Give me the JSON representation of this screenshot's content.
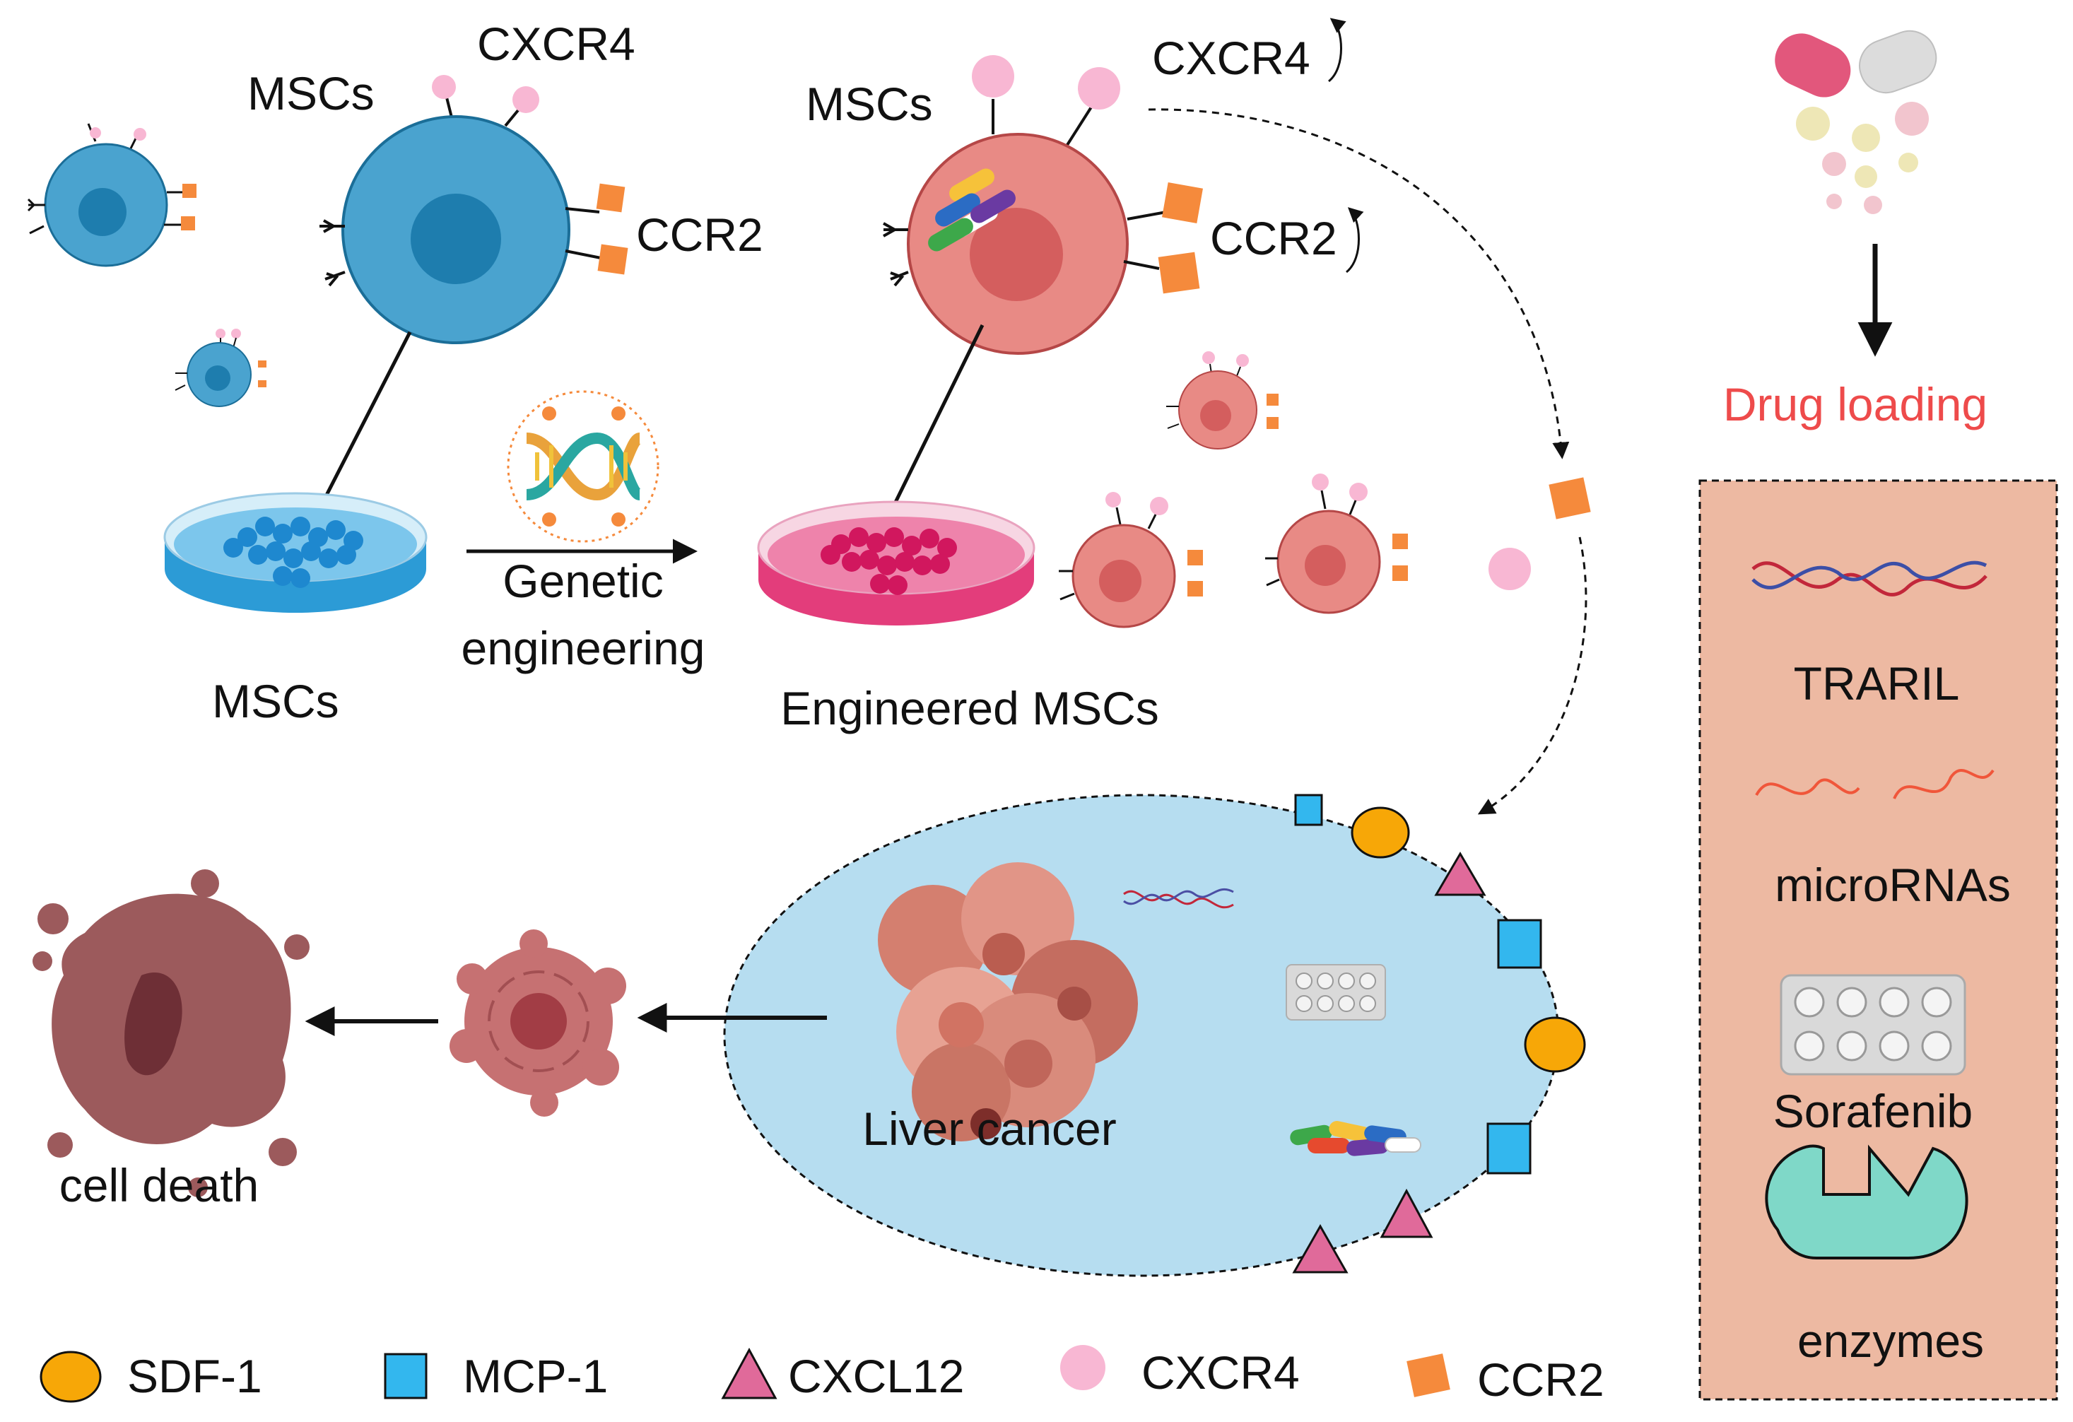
{
  "labels": {
    "msc_small_label": "MSCs",
    "cxcr4_top": "CXCR4",
    "ccr2_top": "CCR2",
    "msc_dish_label": "MSCs",
    "genetic": "Genetic",
    "engineering": "engineering",
    "engineered_msc_label": "MSCs",
    "cxcr4_eng": "CXCR4",
    "ccr2_eng": "CCR2",
    "engineered_dish_label": "Engineered MSCs",
    "liver_cancer": "Liver cancer",
    "cell_death": "cell death"
  },
  "drug_panel": {
    "title": "Drug loading",
    "items": [
      "TRARIL",
      "microRNAs",
      "Sorafenib",
      "enzymes"
    ]
  },
  "legend": {
    "items": [
      {
        "label": "SDF-1",
        "icon": "oval",
        "color": "#F7A707"
      },
      {
        "label": "MCP-1",
        "icon": "square",
        "color": "#33B7EE"
      },
      {
        "label": "CXCL12",
        "icon": "triangle",
        "color": "#E06A9A"
      },
      {
        "label": "CXCR4",
        "icon": "circle",
        "color": "#F8B7D3"
      },
      {
        "label": "CCR2",
        "icon": "square",
        "color": "#F58A3C"
      }
    ]
  },
  "colors": {
    "msc_blue": "#4AA3CF",
    "msc_nucleus": "#1E7DAE",
    "eng_red": "#E88A85",
    "eng_nucleus": "#D45E5E",
    "niche": "#B6DDF0",
    "panel": "#EDB9A2",
    "drug_title": "#EE4B4B"
  }
}
